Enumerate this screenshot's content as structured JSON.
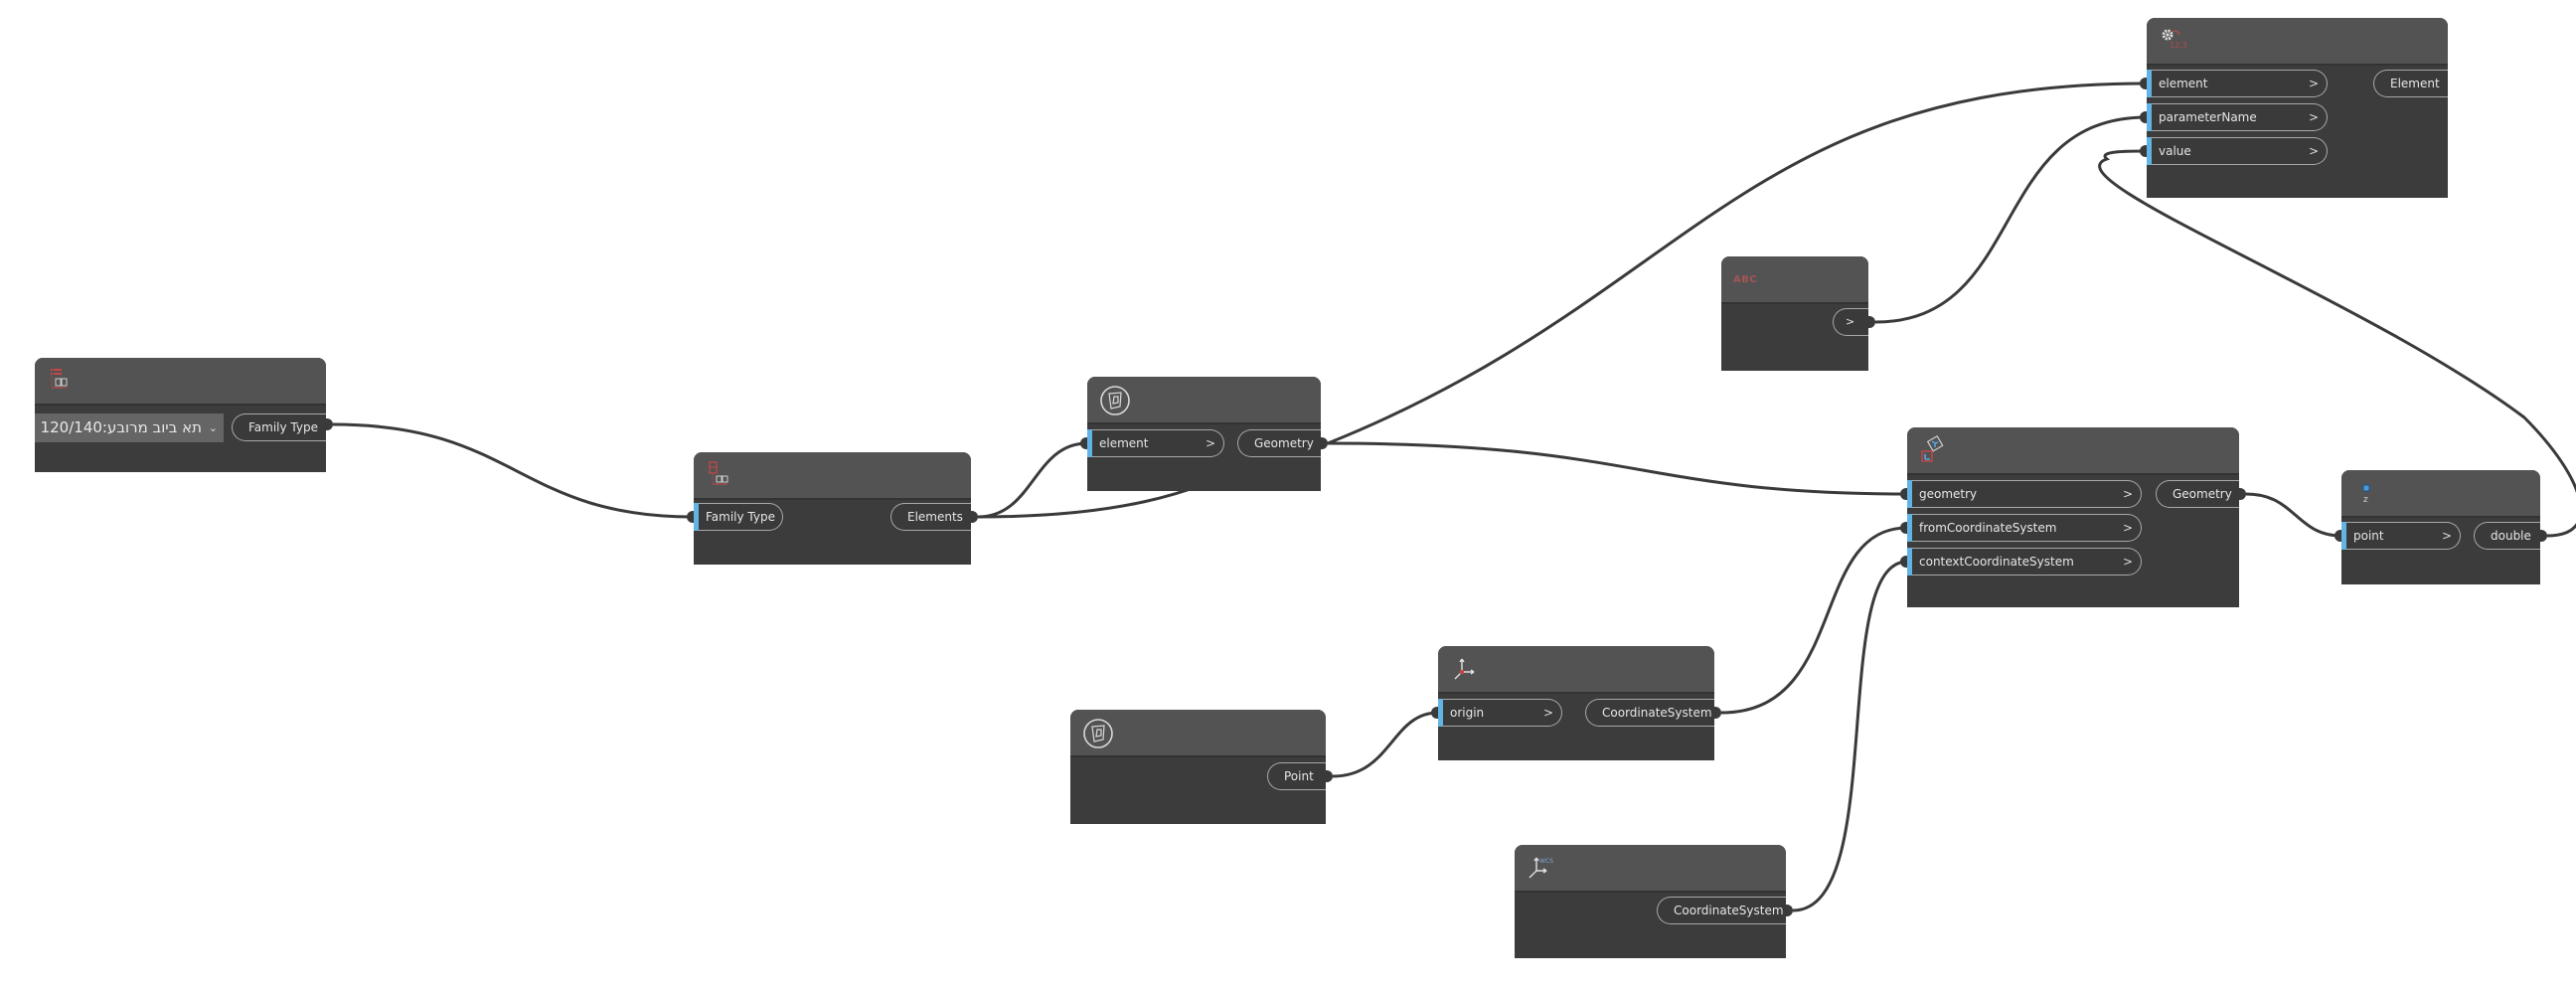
{
  "canvas": {
    "background": "#ffffff",
    "wire_color": "#3a3a3a",
    "port_accent": "#62b4e4"
  },
  "nodes": {
    "family_types": {
      "icon": "family-types-icon",
      "dropdown_value": "תא ביוב מרובע:120/140",
      "output": "Family Type"
    },
    "all_elements_of_family_type": {
      "icon": "all-elements-of-family-type-icon",
      "input": "Family Type",
      "output": "Elements"
    },
    "element_geometry": {
      "icon": "element-geometry-icon",
      "input": "element",
      "input_chevron": ">",
      "output": "Geometry"
    },
    "string_input": {
      "icon_text": "ABC",
      "output": ">"
    },
    "set_parameter_by_name": {
      "icon": "set-parameter-icon",
      "icon_text": "12.3",
      "inputs": [
        "element",
        "parameterName",
        "value"
      ],
      "input_chevron": ">",
      "output": "Element"
    },
    "geometry_transform": {
      "icon": "transform-icon",
      "inputs": [
        "geometry",
        "fromCoordinateSystem",
        "contextCoordinateSystem"
      ],
      "input_chevron": ">",
      "output": "Geometry"
    },
    "point_z": {
      "icon": "point-z-icon",
      "icon_text": "z",
      "input": "point",
      "input_chevron": ">",
      "output": "double"
    },
    "point_origin": {
      "icon": "point-origin-icon",
      "output": "Point"
    },
    "coordinate_system_by_origin": {
      "icon": "coordinate-system-icon",
      "input": "origin",
      "input_chevron": ">",
      "output": "CoordinateSystem"
    },
    "coordinate_system_identity": {
      "icon": "wcs-icon",
      "icon_text": "WCS",
      "output": "CoordinateSystem"
    }
  }
}
